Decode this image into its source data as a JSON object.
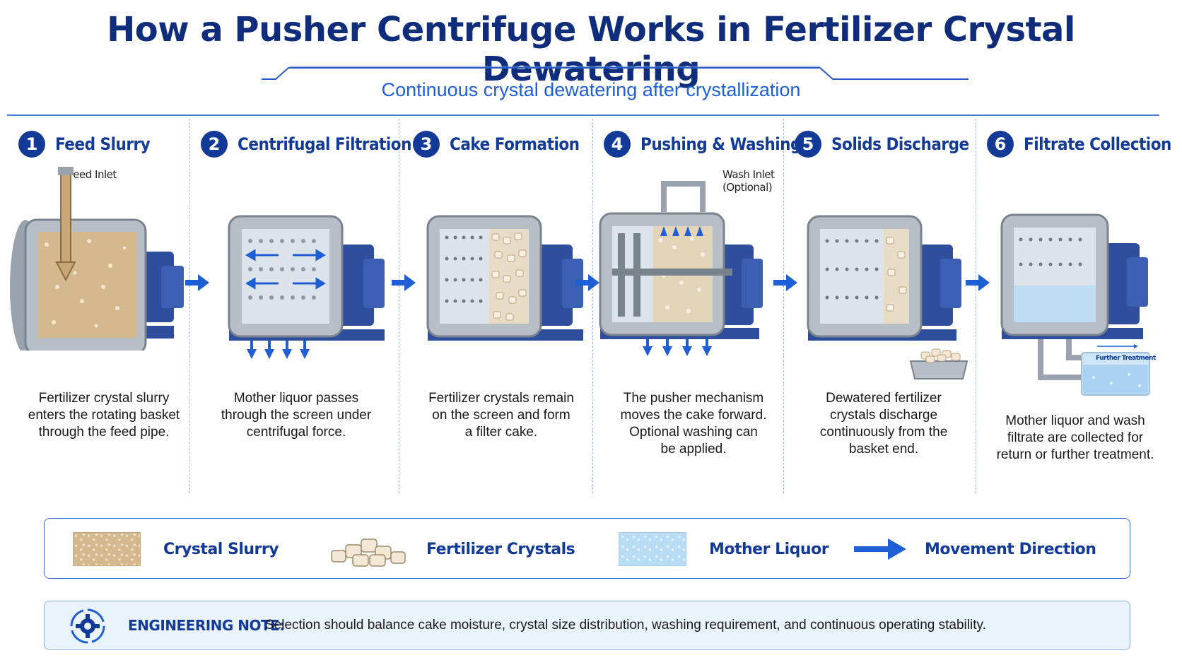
{
  "header": {
    "title": "How a Pusher Centrifuge Works in Fertilizer Crystal Dewatering",
    "subtitle": "Continuous crystal dewatering after crystallization"
  },
  "steps": [
    {
      "number": "1",
      "title": "Feed Slurry",
      "label": "Feed Inlet",
      "description": [
        "Fertilizer crystal slurry",
        "enters the rotating basket",
        "through the feed pipe."
      ]
    },
    {
      "number": "2",
      "title": "Centrifugal Filtration",
      "description": [
        "Mother liquor passes",
        "through the screen under",
        "centrifugal force."
      ]
    },
    {
      "number": "3",
      "title": "Cake Formation",
      "description": [
        "Fertilizer crystals remain",
        "on the screen and form",
        "a filter cake."
      ]
    },
    {
      "number": "4",
      "title": "Pushing & Washing",
      "label_lines": [
        "Wash Inlet",
        "(Optional)"
      ],
      "description": [
        "The pusher mechanism",
        "moves the cake forward.",
        "Optional washing can",
        "be applied."
      ]
    },
    {
      "number": "5",
      "title": "Solids Discharge",
      "description": [
        "Dewatered fertilizer",
        "crystals discharge",
        "continuously from the",
        "basket end."
      ]
    },
    {
      "number": "6",
      "title": "Filtrate Collection",
      "label": "Further Treatment",
      "description": [
        "Mother liquor and wash",
        "filtrate are collected for",
        "return or further treatment."
      ]
    }
  ],
  "legend": {
    "crystal_slurry": "Crystal Slurry",
    "fertilizer_crystals": "Fertilizer Crystals",
    "mother_liquor": "Mother Liquor",
    "movement_direction": "Movement Direction"
  },
  "note": {
    "label": "ENGINEERING NOTE:",
    "text": "Selection should balance cake moisture, crystal size distribution, washing requirement, and continuous operating stability."
  },
  "colors": {
    "title": "#0f2d7a",
    "accent": "#1f5fd6",
    "step_number": "#123a96",
    "machine_blue": "#2f4f9e",
    "steel": "#b8bec6",
    "slurry": "#d5b98e",
    "liquor": "#b9dcf5",
    "arrow": "#1f5fd6"
  },
  "icons": [
    "gear-icon",
    "arrow-right-icon",
    "down-arrow-icon",
    "crystal-pile-icon"
  ]
}
